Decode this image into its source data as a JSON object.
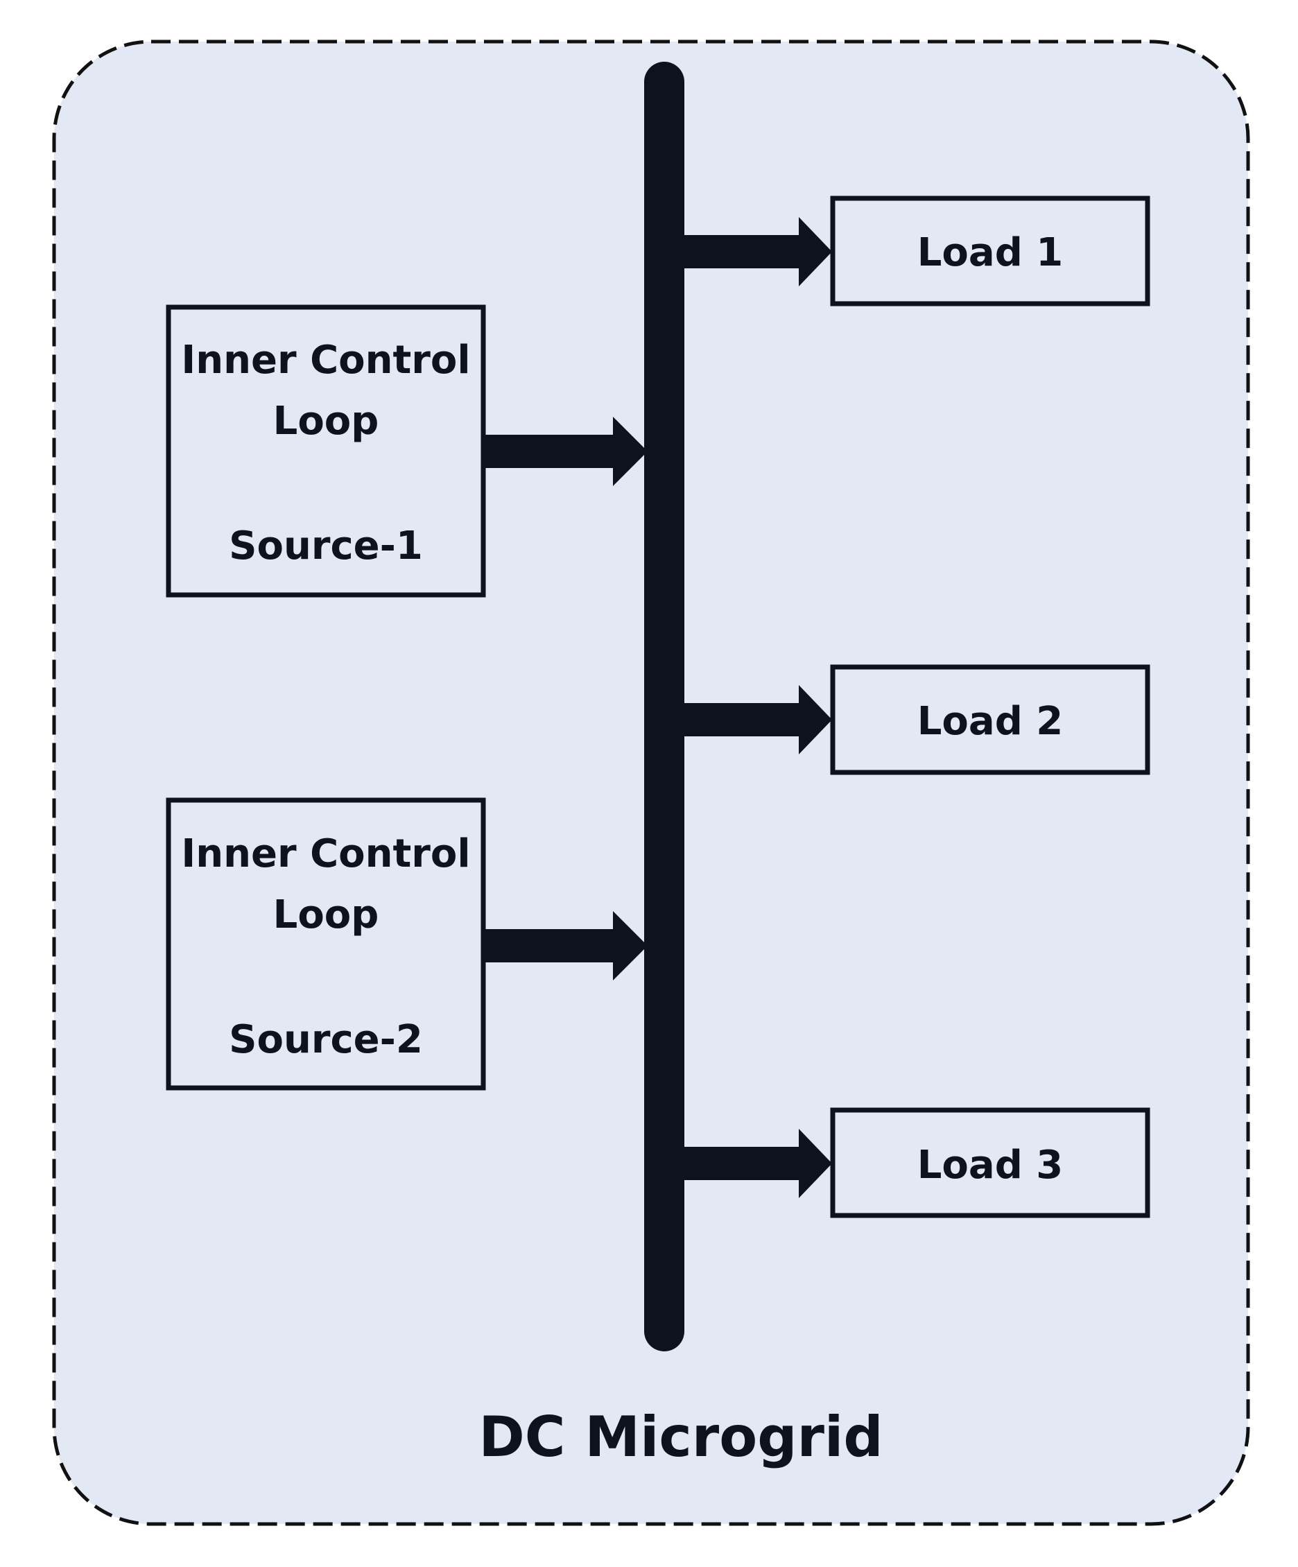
{
  "diagram": {
    "title": "DC Microgrid",
    "sources": [
      {
        "line1": "Inner Control",
        "line2": "Loop",
        "name": "Source-1"
      },
      {
        "line1": "Inner Control",
        "line2": "Loop",
        "name": "Source-2"
      }
    ],
    "loads": [
      {
        "label": "Load 1"
      },
      {
        "label": "Load 2"
      },
      {
        "label": "Load 3"
      }
    ]
  },
  "colors": {
    "background_fill": "#e2e8f4",
    "border": "#111111",
    "ink": "#0e121d"
  }
}
